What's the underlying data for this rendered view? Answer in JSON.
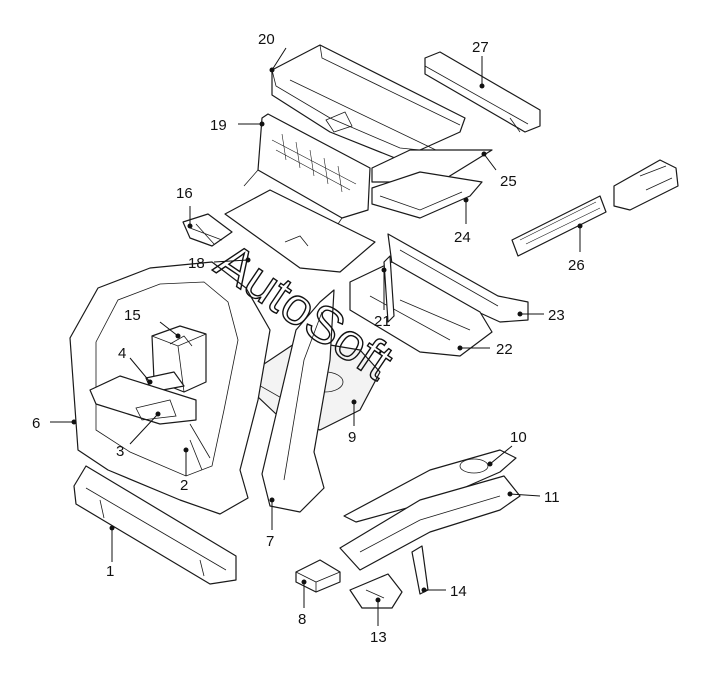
{
  "watermark": "AutoSoft",
  "colors": {
    "line": "#1a1a1a",
    "background": "#ffffff"
  },
  "callouts": [
    "1",
    "2",
    "3",
    "4",
    "6",
    "7",
    "8",
    "9",
    "10",
    "11",
    "13",
    "14",
    "15",
    "16",
    "18",
    "19",
    "20",
    "21",
    "22",
    "23",
    "24",
    "25",
    "26",
    "27"
  ]
}
